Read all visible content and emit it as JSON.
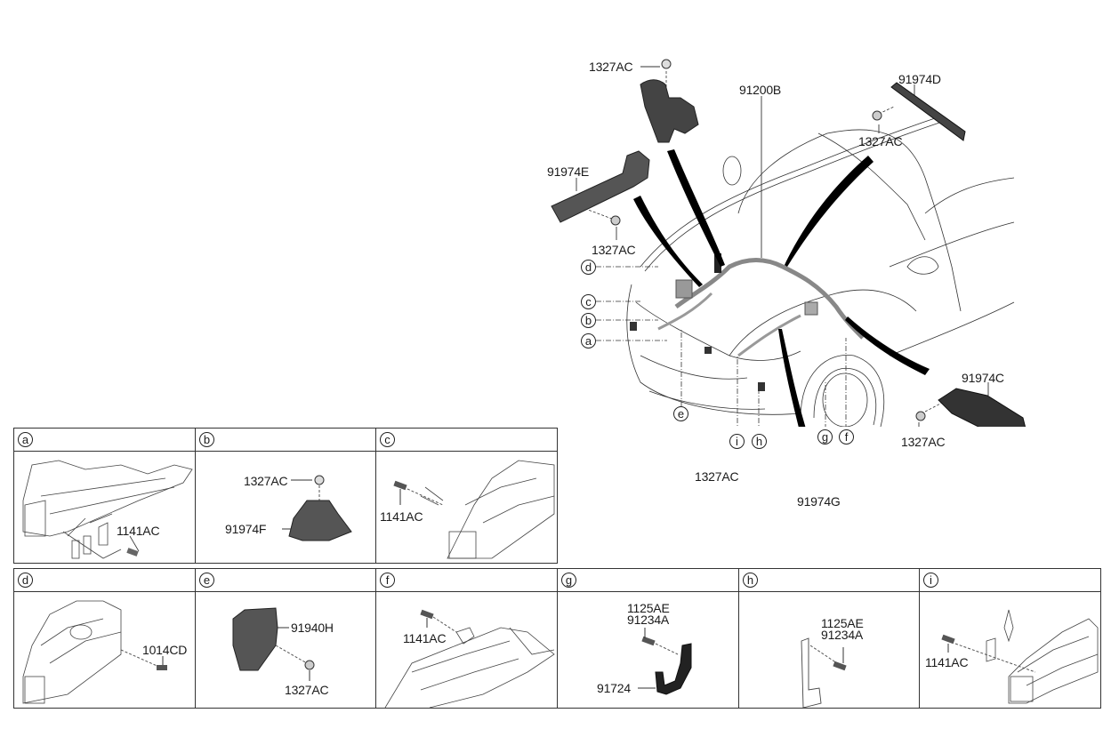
{
  "overview": {
    "labels": {
      "nut_top": "1327AC",
      "bracket_e_upper": "91974E",
      "nut_e": "1327AC",
      "harness_main": "91200B",
      "bracket_d": "91974D",
      "nut_d": "1327AC",
      "bracket_c": "91974C",
      "nut_c": "1327AC",
      "bracket_g": "91974G",
      "nut_g": "1327AC"
    },
    "callouts": [
      "a",
      "b",
      "c",
      "d",
      "e",
      "f",
      "g",
      "h",
      "i"
    ]
  },
  "detail_panels": [
    {
      "id": "a",
      "parts": [
        "1141AC"
      ]
    },
    {
      "id": "b",
      "parts": [
        "1327AC",
        "91974F"
      ]
    },
    {
      "id": "c",
      "parts": [
        "1141AC"
      ]
    },
    {
      "id": "d",
      "parts": [
        "1014CD"
      ]
    },
    {
      "id": "e",
      "parts": [
        "91940H",
        "1327AC"
      ]
    },
    {
      "id": "f",
      "parts": [
        "1141AC"
      ]
    },
    {
      "id": "g",
      "parts": [
        "1125AE",
        "91234A",
        "91724"
      ]
    },
    {
      "id": "h",
      "parts": [
        "1125AE",
        "91234A"
      ]
    },
    {
      "id": "i",
      "parts": [
        "1141AC"
      ]
    }
  ]
}
